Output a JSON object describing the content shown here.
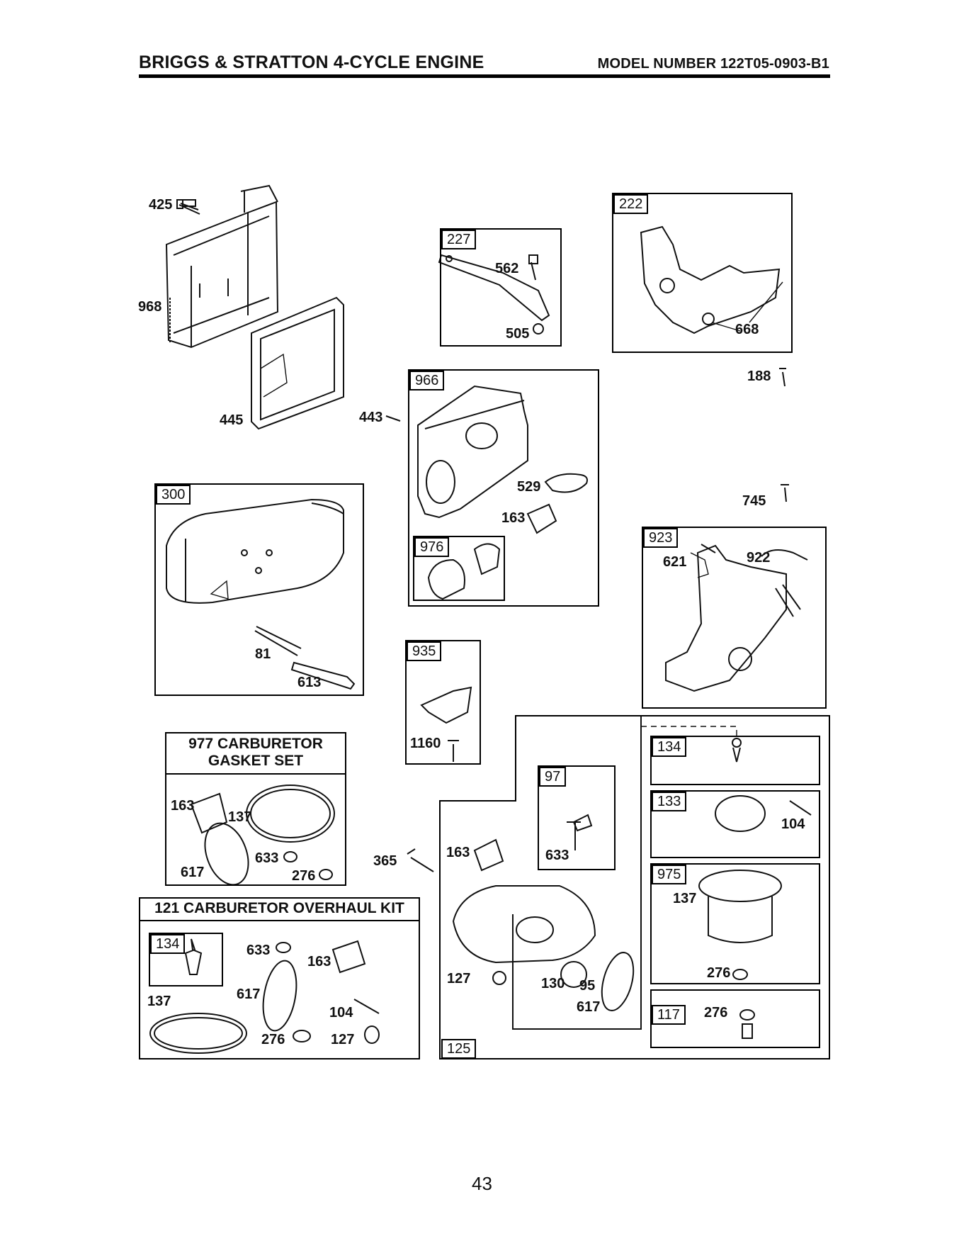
{
  "header": {
    "left": "BRIGGS & STRATTON 4-CYCLE ENGINE",
    "right": "MODEL NUMBER 122T05-0903-B1"
  },
  "page_number": "43",
  "groups": {
    "g222": "222",
    "g227": "227",
    "g966": "966",
    "g976": "976",
    "g300": "300",
    "g923": "923",
    "g935": "935",
    "g97": "97",
    "g134a": "134",
    "g133": "133",
    "g975": "975",
    "g117": "117",
    "g125": "125",
    "g134b": "134"
  },
  "kits": {
    "gasket_line1": "977 CARBURETOR",
    "gasket_line2": "GASKET SET",
    "overhaul": "121 CARBURETOR OVERHAUL KIT"
  },
  "parts": {
    "p425": "425",
    "p968": "968",
    "p445": "445",
    "p443": "443",
    "p562": "562",
    "p505": "505",
    "p668": "668",
    "p188": "188",
    "p529": "529",
    "p163a": "163",
    "p745": "745",
    "p621": "621",
    "p922": "922",
    "p81": "81",
    "p613": "613",
    "p1160": "1160",
    "p163b": "163",
    "p137a": "137",
    "p617a": "617",
    "p633a": "633",
    "p276a": "276",
    "p365": "365",
    "p163c": "163",
    "p633b": "633",
    "p104a": "104",
    "p137b": "137",
    "p127a": "127",
    "p130": "130",
    "p95": "95",
    "p617b": "617",
    "p276b": "276",
    "p276c": "276",
    "p633c": "633",
    "p163d": "163",
    "p137c": "137",
    "p617c": "617",
    "p104b": "104",
    "p276d": "276",
    "p127b": "127"
  }
}
